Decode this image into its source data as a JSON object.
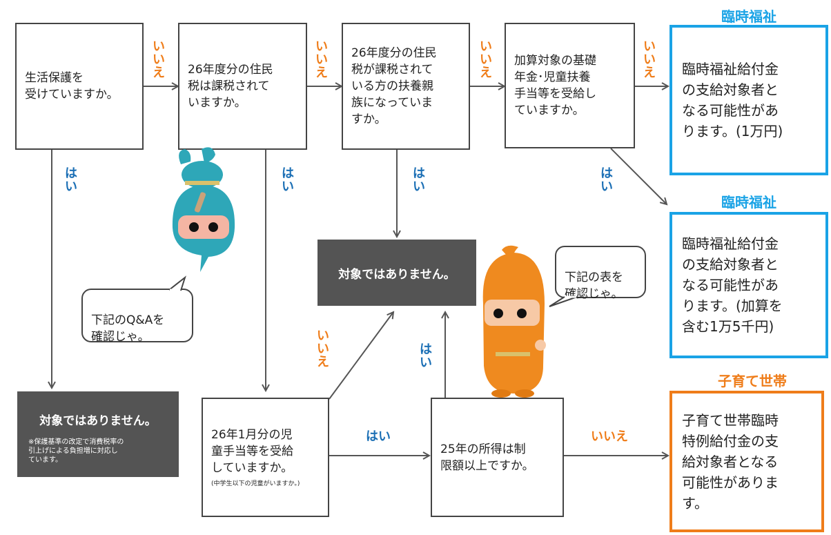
{
  "colors": {
    "no": "#ef7d1a",
    "yes": "#1b6fb5",
    "blue_border": "#1aa3e6",
    "orange_border": "#ef7d1a",
    "dark_box": "#545454"
  },
  "nodes": {
    "q1": "生活保護を\n受けていますか。",
    "q2": "26年度分の住民\n税は課税されて\nいますか。",
    "q3": "26年度分の住民\n税が課税されて\nいる方の扶養親\n族になっていま\nすか。",
    "q4": "加算対象の基礎\n年金･児童扶養\n手当等を受給し\nていますか。",
    "q5_main": "26年1月分の児\n童手当等を受給\nしていますか。",
    "q5_note": "(中学生以下の児童がいますか。)",
    "q6": "25年の所得は制\n限額以上ですか。"
  },
  "results": {
    "welfare1_header": "臨時福祉",
    "welfare1_text": "臨時福祉給付金\nの支給対象者と\nなる可能性があ\nります。(1万円)",
    "welfare2_header": "臨時福祉",
    "welfare2_text": "臨時福祉給付金\nの支給対象者と\nなる可能性があ\nります。(加算を\n含む1万5千円)",
    "child_header": "子育て世帯",
    "child_text": "子育て世帯臨時\n特例給付金の支\n給対象者となる\n可能性がありま\nす。",
    "not_eligible_center": "対象ではありません。",
    "not_eligible_left": "対象ではありません。",
    "not_eligible_left_note": "※保護基準の改定で消費税率の\n引上げによる負担増に対応し\nています。"
  },
  "labels": {
    "no_vertical": "い\nい\nえ",
    "yes_vertical": "は\nい",
    "yes_horizontal": "はい",
    "no_horizontal": "いいえ"
  },
  "bubbles": {
    "left": "下記のQ&Aを\n確認じゃ。",
    "right": "下記の表を\n確認じゃ。"
  },
  "characters": [
    "blue-ninja-mascot",
    "orange-ninja-mascot"
  ]
}
